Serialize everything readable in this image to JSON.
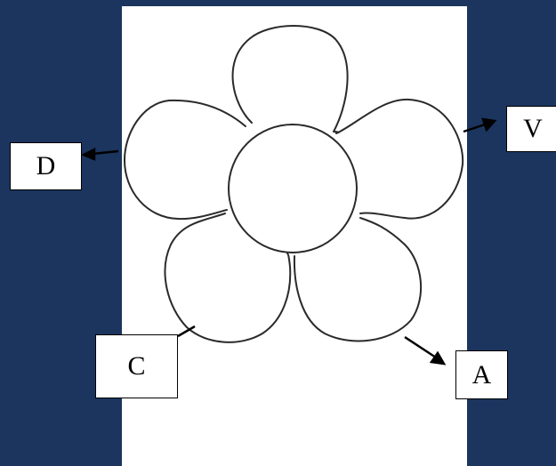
{
  "background_color": "#1b355e",
  "panel_color": "#ffffff",
  "figure": "flower-outline",
  "labels": {
    "d": "D",
    "v": "V",
    "c": "C",
    "a": "A"
  }
}
